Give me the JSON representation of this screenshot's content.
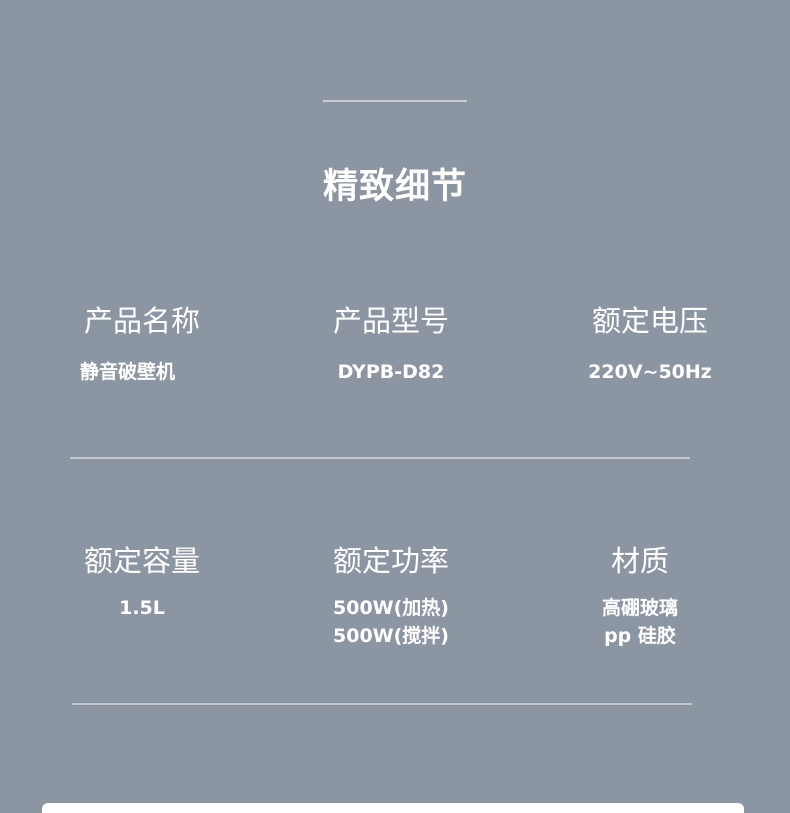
{
  "title": "精致细节",
  "specs": [
    {
      "label": "产品名称",
      "value": [
        "静音破壁机"
      ]
    },
    {
      "label": "产品型号",
      "value": [
        "DYPB-D82"
      ]
    },
    {
      "label": "额定电压",
      "value": [
        "220V~50Hz"
      ]
    },
    {
      "label": "额定容量",
      "value": [
        "1.5L"
      ]
    },
    {
      "label": "额定功率",
      "value": [
        "500W(加热)",
        "500W(搅拌)"
      ]
    },
    {
      "label": "材质",
      "value": [
        "高硼玻璃",
        "pp 硅胶"
      ]
    }
  ]
}
